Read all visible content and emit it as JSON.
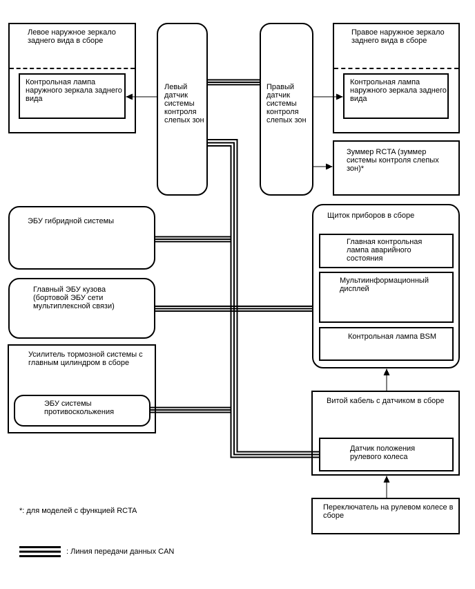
{
  "diagram": {
    "boxes": {
      "left_mirror": {
        "title": "Левое наружное зеркало заднего вида в сборе",
        "inner": "Контрольная лампа наружного зеркала заднего вида"
      },
      "left_sensor": {
        "label": "Левый датчик системы контроля слепых зон"
      },
      "right_sensor": {
        "label": "Правый датчик системы контроля слепых зон"
      },
      "right_mirror": {
        "title": "Правое наружное зеркало заднего вида в сборе",
        "inner": "Контрольная лампа наружного зеркала заднего вида"
      },
      "rcta_buzzer": {
        "label": "Зуммер RCTA (зуммер системы контроля слепых зон)*"
      },
      "hybrid_ecu": {
        "label": "ЭБУ гибридной системы"
      },
      "main_body_ecu": {
        "label": "Главный ЭБУ кузова (бортовой ЭБУ сети мультиплексной связи)"
      },
      "brake_booster": {
        "title": "Усилитель тормозной системы с главным цилиндром в сборе",
        "inner": "ЭБУ системы противоскольжения"
      },
      "instrument_cluster": {
        "title": "Щиток приборов в сборе",
        "items": [
          "Главная контрольная лампа аварийного состояния",
          "Мультиинформационный дисплей",
          "Контрольная лампа BSM"
        ]
      },
      "spiral_cable": {
        "title": "Витой кабель с датчиком в сборе",
        "inner": "Датчик положения рулевого колеса"
      },
      "steering_switch": {
        "label": "Переключатель на рулевом колесе в сборе"
      }
    },
    "footnote": "*: для моделей с функцией RCTA",
    "legend": {
      "can_label": ": Линия передачи данных CAN"
    },
    "colors": {
      "line": "#000000",
      "background": "#ffffff"
    }
  }
}
